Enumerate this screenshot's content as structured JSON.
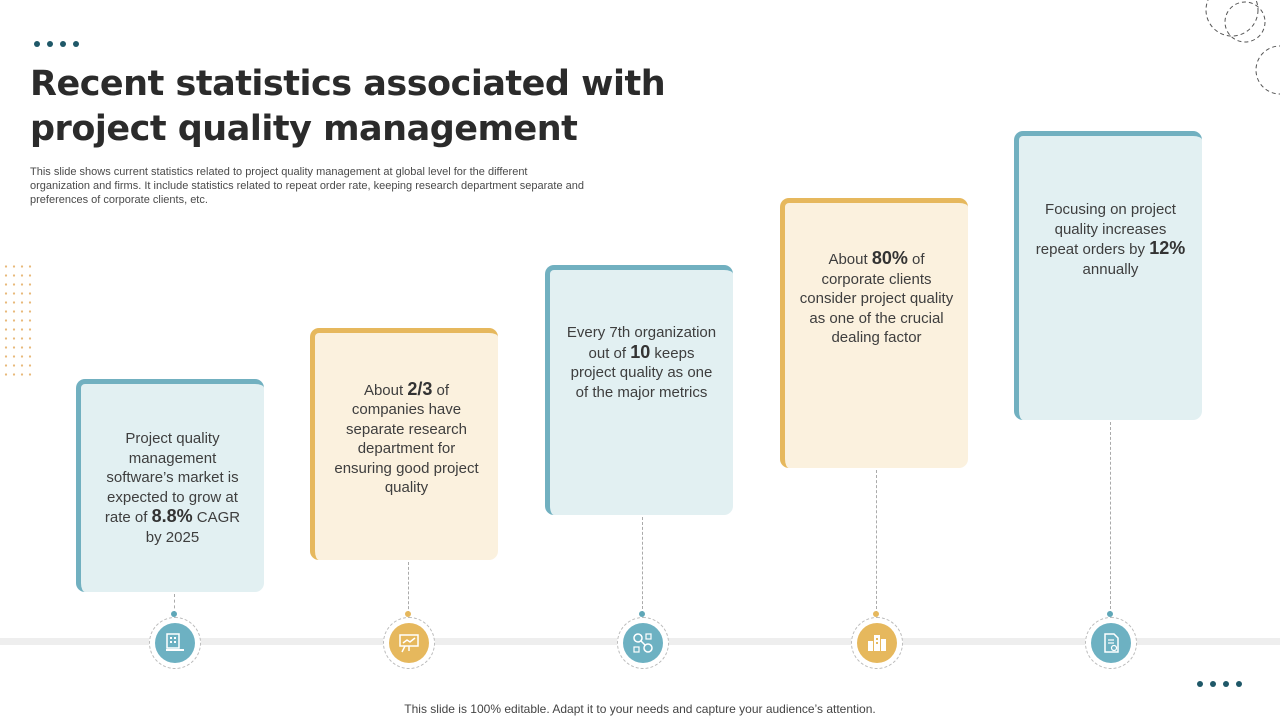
{
  "slide": {
    "title_line1": "Recent statistics associated with",
    "title_line2": "project quality management",
    "subtitle": "This slide shows current statistics related to project quality management at global level for the different organization and firms. It include statistics related to repeat order rate, keeping research department separate and preferences of corporate clients, etc.",
    "footer": "This slide is 100% editable. Adapt it to your needs and capture your audience’s attention."
  },
  "cards": [
    {
      "pre": "Project quality management software’s market is expected to grow at rate of ",
      "highlight": "8.8%",
      "post": " CAGR by 2025",
      "icon": "monitor-building-icon",
      "color": "blue"
    },
    {
      "pre": "About ",
      "highlight": "2/3",
      "post": " of companies have separate research department for ensuring good project quality",
      "icon": "presentation-chart-icon",
      "color": "yellow"
    },
    {
      "pre": "Every 7th organization out of ",
      "highlight": "10",
      "post": " keeps project quality as one of the major metrics",
      "icon": "network-gears-icon",
      "color": "blue"
    },
    {
      "pre": "About ",
      "highlight": "80%",
      "post": " of corporate clients consider project quality as one of the crucial dealing factor",
      "icon": "city-buildings-icon",
      "color": "yellow"
    },
    {
      "pre": "Focusing on project quality increases repeat orders by ",
      "highlight": "12%",
      "post": " annually",
      "icon": "document-settings-icon",
      "color": "blue"
    }
  ],
  "colors": {
    "accent_blue": "#6db1c2",
    "accent_yellow": "#e6b85d",
    "dark_teal": "#1f5868"
  }
}
